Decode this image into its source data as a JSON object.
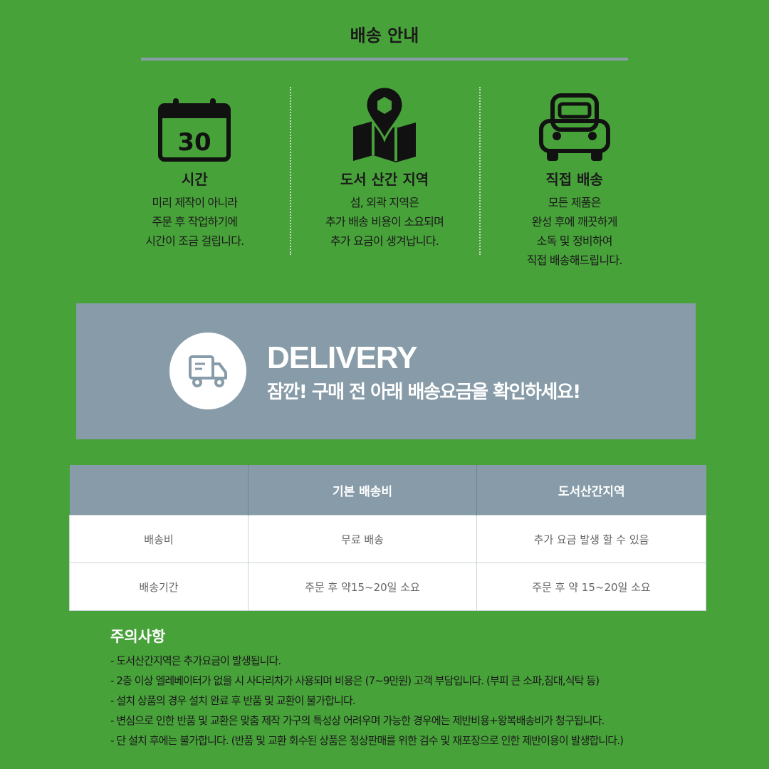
{
  "header": {
    "title": "배송 안내"
  },
  "features": [
    {
      "icon": "calendar-icon",
      "calendar_day": "30",
      "title": "시간",
      "lines": [
        "미리 제작이 아니라",
        "주문 후 작업하기에",
        "시간이 조금 걸립니다."
      ]
    },
    {
      "icon": "map-pin-icon",
      "title": "도서 산간 지역",
      "lines": [
        "섬, 외곽 지역은",
        "추가 배송 비용이 소요되며",
        "추가 요금이 생겨납니다."
      ]
    },
    {
      "icon": "car-icon",
      "title": "직접 배송",
      "lines": [
        "모든 제품은",
        "완성 후에 깨끗하게",
        "소독 및 정비하여",
        "직접 배송해드립니다."
      ]
    }
  ],
  "banner": {
    "icon": "delivery-truck-icon",
    "title": "DELIVERY",
    "subtitle": "잠깐! 구매 전 아래 배송요금을 확인하세요!"
  },
  "table": {
    "headers": [
      "",
      "기본 배송비",
      "도서산간지역"
    ],
    "rows": [
      [
        "배송비",
        "무료 배송",
        "추가 요금 발생 할 수 있음"
      ],
      [
        "배송기간",
        "주문 후 약15~20일 소요",
        "주문 후 약 15~20일 소요"
      ]
    ]
  },
  "notes": {
    "title": "주의사항",
    "items": [
      "- 도서산간지역은 추가요금이 발생됩니다.",
      "- 2층 이상 엘레베이터가 없을 시 사다리차가 사용되며 비용은 (7~9만원) 고객 부담입니다. (부피 큰 소파,침대,식탁 등)",
      "- 설치 상품의 경우 설치 완료 후 반품 및 교환이 불가합니다.",
      "- 변심으로 인한 반품 및 교환은 맞춤 제작 가구의 특성상 어려우며 가능한 경우에는 제반비용+왕복배송비가 청구됩니다.",
      "- 단 설치 후에는 불가합니다. (반품 및 교환 회수된 상품은 정상판매를 위한 검수 및 재포장으로 인한 제반이용이 발생합니다.)"
    ]
  },
  "colors": {
    "background": "#48a23a",
    "accent_gray": "#879ca8",
    "text_dark": "#1a1a1a",
    "white": "#ffffff"
  }
}
